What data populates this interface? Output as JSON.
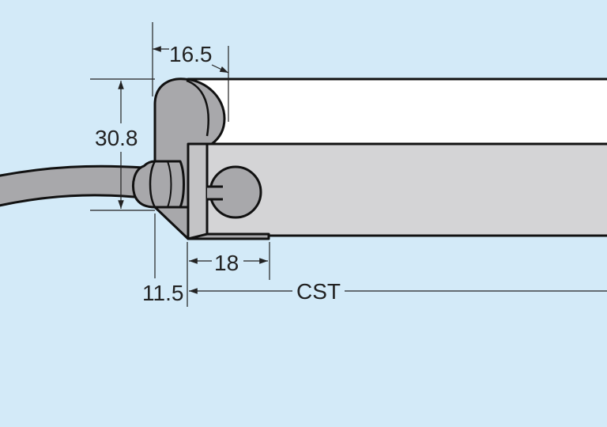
{
  "colors": {
    "background": "#d3eaf8",
    "housing": "#a8a8ab",
    "housing_light": "#c4c4c6",
    "lens": "#d4d4d6",
    "top_strip": "#ffffff",
    "outline": "#111111",
    "dimension": "#222222"
  },
  "dimensions": {
    "top_width": "16.5",
    "height": "30.8",
    "bracket_width": "18",
    "offset": "11.5",
    "length": "CST"
  }
}
